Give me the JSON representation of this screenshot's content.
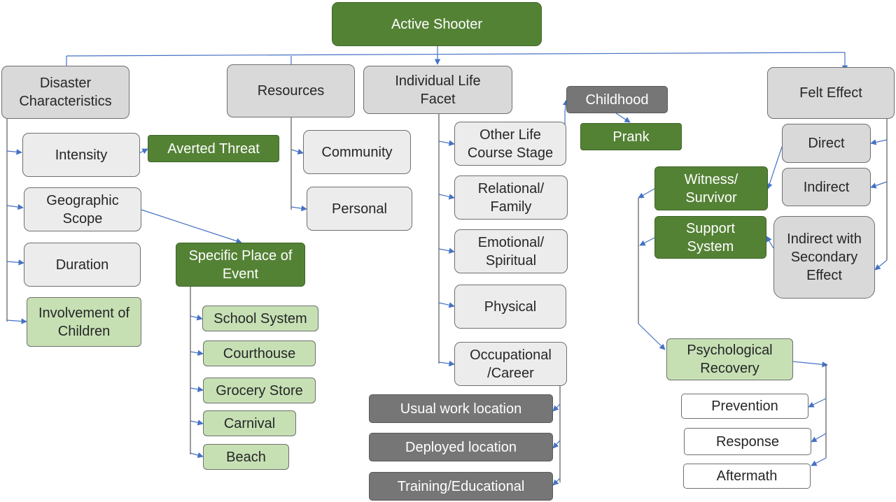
{
  "colors": {
    "green": "#548235",
    "light_green": "#c6e0b4",
    "gray": "#d9d9d9",
    "dark_gray": "#767676",
    "connector_blue": "#4472c4",
    "connector_gray": "#595959"
  },
  "nodes": {
    "root": "Active Shooter",
    "disaster": "Disaster Characteristics",
    "intensity": "Intensity",
    "averted": "Averted Threat",
    "geo": "Geographic Scope",
    "duration": "Duration",
    "children": "Involvement of Children",
    "specific": "Specific Place of Event",
    "school": "School System",
    "courthouse": "Courthouse",
    "grocery": "Grocery Store",
    "carnival": "Carnival",
    "beach": "Beach",
    "resources": "Resources",
    "community": "Community",
    "personal": "Personal",
    "ilf": "Individual Life Facet",
    "other": "Other Life Course Stage",
    "childhood": "Childhood",
    "prank": "Prank",
    "relational": "Relational/ Family",
    "emotional": "Emotional/ Spiritual",
    "physical": "Physical",
    "occupational": "Occupational /Career",
    "usual": "Usual work location",
    "deployed": "Deployed location",
    "training": "Training/Educational",
    "felt": "Felt Effect",
    "direct": "Direct",
    "indirect": "Indirect",
    "indirect2": "Indirect with Secondary Effect",
    "witness": "Witness/ Survivor",
    "support": "Support System",
    "psych": "Psychological Recovery",
    "prevention": "Prevention",
    "response": "Response",
    "aftermath": "Aftermath"
  }
}
